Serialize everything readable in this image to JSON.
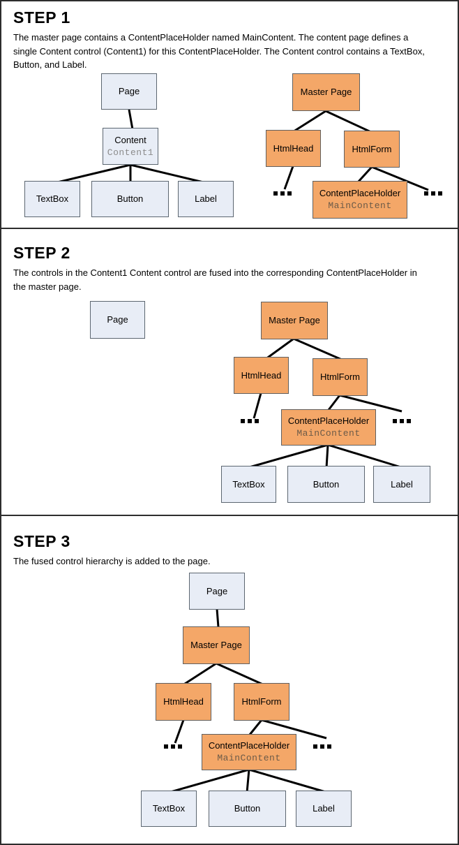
{
  "colors": {
    "frame_border": "#2d2d2d",
    "content_fill": "#e8edf6",
    "content_border": "#5c6670",
    "master_fill": "#f4a768",
    "master_border": "#606060",
    "connector": "#000000",
    "text": "#000000",
    "content_subtext": "#8c8c8c",
    "master_subtext": "#6b5a48"
  },
  "icons": {
    "ellipsis": "..."
  },
  "nodes": {
    "page": "Page",
    "content": "Content",
    "content_id": "Content1",
    "textbox": "TextBox",
    "button": "Button",
    "label": "Label",
    "master_page": "Master Page",
    "html_head": "HtmlHead",
    "html_form": "HtmlForm",
    "content_placeholder": "ContentPlaceHolder",
    "placeholder_id": "MainContent"
  },
  "panels": [
    {
      "title": "STEP 1",
      "description": "The master page contains a ContentPlaceHolder named MainContent. The content page defines a single Content control (Content1) for this ContentPlaceHolder. The Content control contains a TextBox, Button, and Label."
    },
    {
      "title": "STEP 2",
      "description": "The controls in the Content1 Content control are fused into the corresponding ContentPlaceHolder in the master page."
    },
    {
      "title": "STEP 3",
      "description": "The fused control hierarchy is added to the page."
    }
  ]
}
